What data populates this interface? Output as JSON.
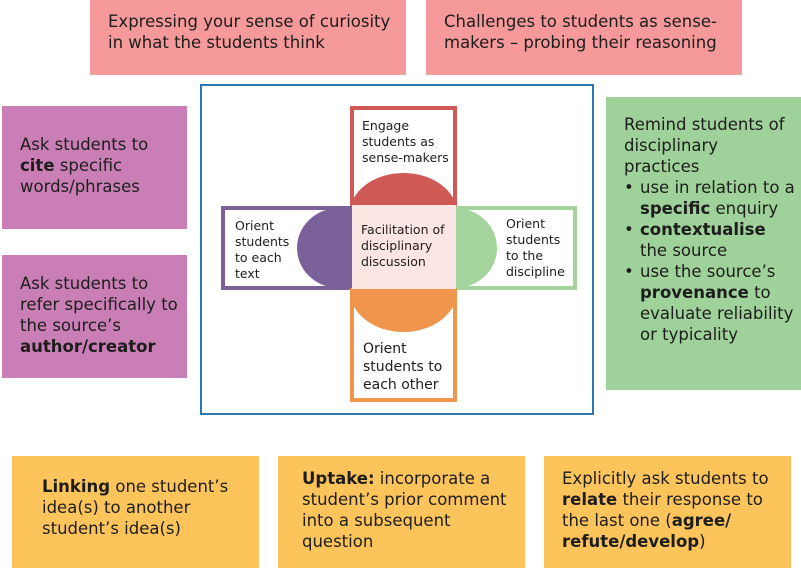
{
  "top": {
    "left": "Expressing your sense of curiosity in what the students think",
    "right": "Challenges to students as sense-makers – probing their reasoning"
  },
  "left": {
    "upper": {
      "pre": "Ask students to ",
      "bold": "cite",
      "post": " specific words/phrases"
    },
    "lower": {
      "pre": "Ask students to refer specifically to the source’s ",
      "bold": "author/creator",
      "post": ""
    }
  },
  "right": {
    "intro": "Remind students of disciplinary practices",
    "items": [
      {
        "pre": "use in relation to a ",
        "bold": "specific",
        "post": " enquiry"
      },
      {
        "pre": "",
        "bold": "contextualise",
        "post": " the source"
      },
      {
        "pre": "use the source’s ",
        "bold": "provenance",
        "post": " to evaluate reliability or typicality"
      }
    ]
  },
  "bottom": {
    "left": {
      "bold": "Linking",
      "post": " one student’s idea(s) to another student’s idea(s)"
    },
    "middle": {
      "bold": "Uptake:",
      "post": " incorporate a student’s prior comment into a subsequent question"
    },
    "right": {
      "pre": "Explicitly ask students to ",
      "bold1": "relate",
      "mid": " their response to the last one (",
      "bold2": "agree/ refute/develop",
      "post": ")"
    }
  },
  "diagram": {
    "center": "Facilitation of disciplinary discussion",
    "top_arm": "Engage students as sense-makers",
    "left_arm": "Orient students to each text",
    "right_arm": "Orient students to the discipline",
    "bottom_arm": "Orient students to each other"
  },
  "colors": {
    "pink": "#f5999b",
    "purple": "#c97fb6",
    "green": "#9fd19a",
    "yellow": "#fdc45c",
    "frame": "#2b78b3",
    "top_arm": "#cf5a55",
    "left_arm": "#7a6199",
    "right_arm": "#a3d49b",
    "bottom_arm": "#f0954c"
  }
}
